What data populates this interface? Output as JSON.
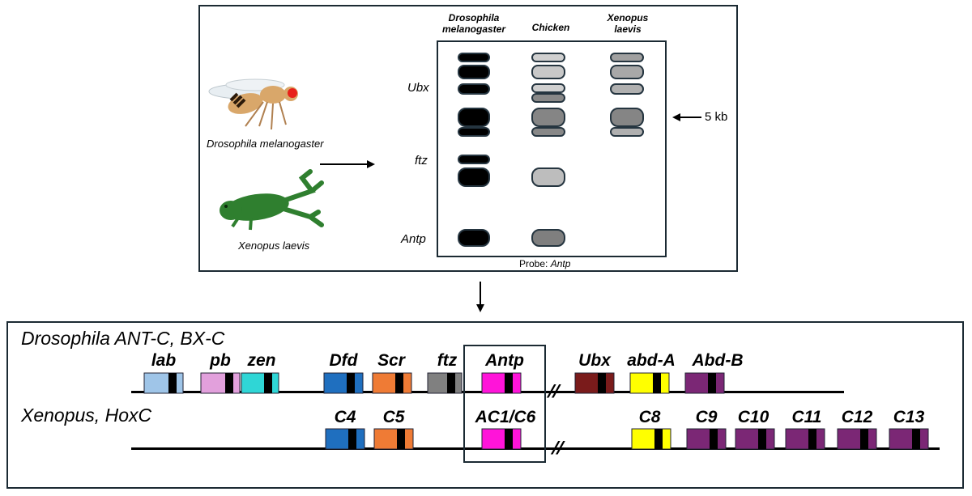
{
  "blot": {
    "lanes": [
      {
        "name": "Drosophila\nmelanogaster"
      },
      {
        "name": "Chicken"
      },
      {
        "name": "Xenopus\nlaevis"
      }
    ],
    "band_labels": [
      "Ubx",
      "ftz",
      "Antp"
    ],
    "size_marker": "5 kb",
    "probe_prefix": "Probe: ",
    "probe_gene": "Antp"
  },
  "organisms": {
    "fly_label": "Drosophila melanogaster",
    "frog_label": "Xenopus laevis"
  },
  "clusters": {
    "fly_row_title": "Drosophila ANT-C, BX-C",
    "frog_row_title": "Xenopus, HoxC",
    "fly_genes": [
      "lab",
      "pb",
      "zen",
      "Dfd",
      "Scr",
      "ftz",
      "Antp",
      "Ubx",
      "abd-A",
      "Abd-B"
    ],
    "frog_genes": [
      "C4",
      "C5",
      "AC1/C6",
      "C8",
      "C9",
      "C10",
      "C11",
      "C12",
      "C13"
    ]
  },
  "colors": {
    "lab": "#9fc5e8",
    "pb": "#e2a0dc",
    "zen": "#2fd6d6",
    "Dfd": "#1f6fbf",
    "Scr": "#ef7b35",
    "ftz": "#808080",
    "Antp": "#ff14d9",
    "Ubx": "#7a1b1b",
    "abd-A": "#ffff00",
    "Abd-B": "#7b2775",
    "panel_border": "#1b2a33",
    "fly_body": "#d9a76a",
    "frog_body": "#2f7f2f"
  }
}
